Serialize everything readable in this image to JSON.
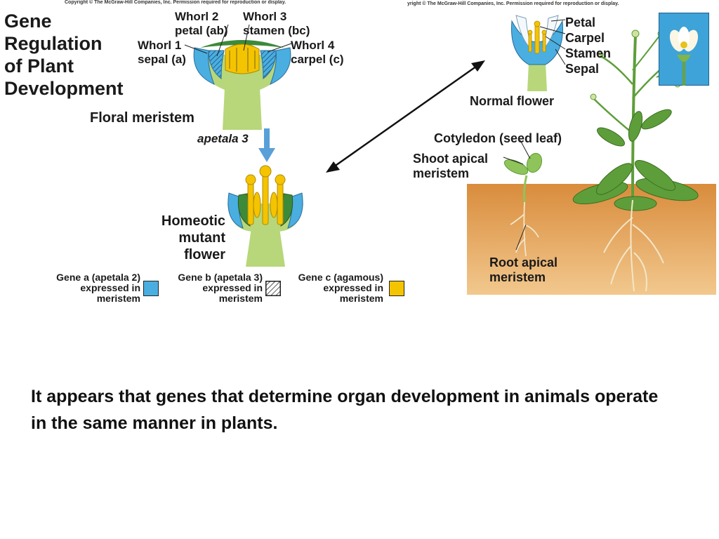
{
  "copyright_left": "Copyright © The McGraw-Hill Companies, Inc. Permission required for reproduction or display.",
  "copyright_right": "yright © The McGraw-Hill Companies, Inc. Permission required for reproduction or display.",
  "title_lines": [
    "Gene",
    "Regulation",
    "of Plant",
    "Development"
  ],
  "whorls": {
    "whorl2": [
      "Whorl 2",
      "petal (ab)"
    ],
    "whorl3": [
      "Whorl 3",
      "stamen (bc)"
    ],
    "whorl1": [
      "Whorl 1",
      "sepal (a)"
    ],
    "whorl4": [
      "Whorl 4",
      "carpel (c)"
    ]
  },
  "floral_meristem": "Floral meristem",
  "apetala_label": "apetala 3",
  "homeotic_lines": [
    "Homeotic",
    "mutant",
    "flower"
  ],
  "legend": [
    {
      "gene": "Gene a (apetala 2)",
      "l2": "expressed in",
      "l3": "meristem",
      "color": "#4aaee0"
    },
    {
      "gene": "Gene b (apetala 3)",
      "l2": "expressed in",
      "l3": "meristem",
      "color": "hatch"
    },
    {
      "gene": "Gene c (agamous)",
      "l2": "expressed in",
      "l3": "meristem",
      "color": "#f5c400"
    }
  ],
  "normal_flower_parts": [
    "Petal",
    "Carpel",
    "Stamen",
    "Sepal"
  ],
  "normal_flower": "Normal flower",
  "cotyledon": "Cotyledon (seed leaf)",
  "shoot_apical": [
    "Shoot apical",
    "meristem"
  ],
  "root_apical": [
    "Root apical",
    "meristem"
  ],
  "caption": "It appears that genes that determine organ development in animals operate in the same manner in plants.",
  "colors": {
    "gene_a_blue": "#4aaee0",
    "gene_c_yellow": "#f5c400",
    "stem_green": "#b7d77a",
    "leaf_green": "#5e9e3a",
    "soil": "#e6a45a"
  }
}
